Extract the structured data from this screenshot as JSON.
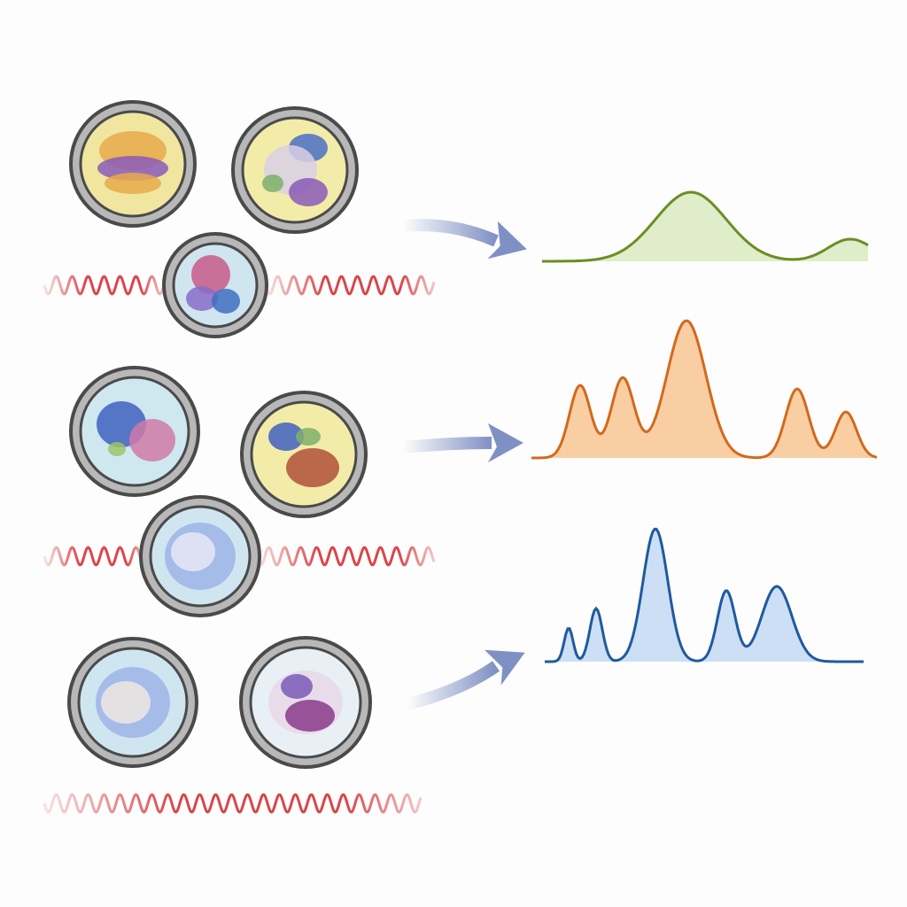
{
  "colors": {
    "cell_ring": "#4a4a4a",
    "cell_ring_fill": "#b8b8b8",
    "wave": "#d9464a",
    "arrow": "#7f90c4",
    "spectrum_green": "#6b8e23",
    "spectrum_green_fill": "#dcebc4",
    "spectrum_orange": "#d2691e",
    "spectrum_orange_fill": "#f8c998",
    "spectrum_blue": "#1f5a9e",
    "spectrum_blue_fill": "#c6dbf3"
  },
  "rows": [
    {
      "icon": "cell-group-stained",
      "spectrum": "single-broad-peak"
    },
    {
      "icon": "cell-group-colored",
      "spectrum": "multi-peak"
    },
    {
      "icon": "cell-group-fibrous",
      "spectrum": "multi-sharp-peak"
    }
  ]
}
